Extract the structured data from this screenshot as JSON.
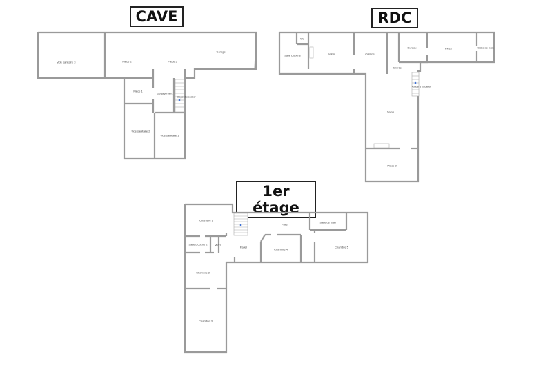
{
  "titles": {
    "cave": "CAVE",
    "rdc": "RDC",
    "etage1": "1er étage"
  },
  "cave": {
    "rooms": {
      "vide_sanitaire_3": "vide sanitaire 3",
      "piece_2": "Pièce 2",
      "piece_3": "Pièce 3",
      "garage": "Garage",
      "piece_1": "Pièce 1",
      "degagement": "Dégagement",
      "cage_escalier": "Cage d'escalier",
      "vide_sanitaire_2": "vide sanitaire 2",
      "vide_sanitaire_1": "vide sanitaire 1"
    }
  },
  "rdc": {
    "rooms": {
      "wc": "Wc",
      "salle_douche": "Salle Douche",
      "salon": "Salon",
      "cuisine": "Cuisine",
      "bureau": "Bureau",
      "piece": "Pièce",
      "salle_de_bain": "Salle de bain",
      "entree": "Entrée",
      "cage_escalier": "Cage d'escalier",
      "salon_2": "Salon",
      "piece_2": "Pièce 2"
    }
  },
  "etage1": {
    "rooms": {
      "chambre_1": "Chambre 1",
      "palier_haut": "Palier",
      "salle_de_bain": "Salle de bain",
      "salle_douche_2": "Salle Douche 2",
      "wc_2": "Wc 2",
      "palier": "Palier",
      "chambre_4": "Chambre 4",
      "chambre_5": "Chambre 5",
      "chambre_2": "Chambre 2",
      "chambre_3": "Chambre 3"
    }
  },
  "colors": {
    "wall": "#8a8a8a",
    "wall_fill": "#bdbdbd",
    "stair_marker": "#3a6fd8"
  }
}
